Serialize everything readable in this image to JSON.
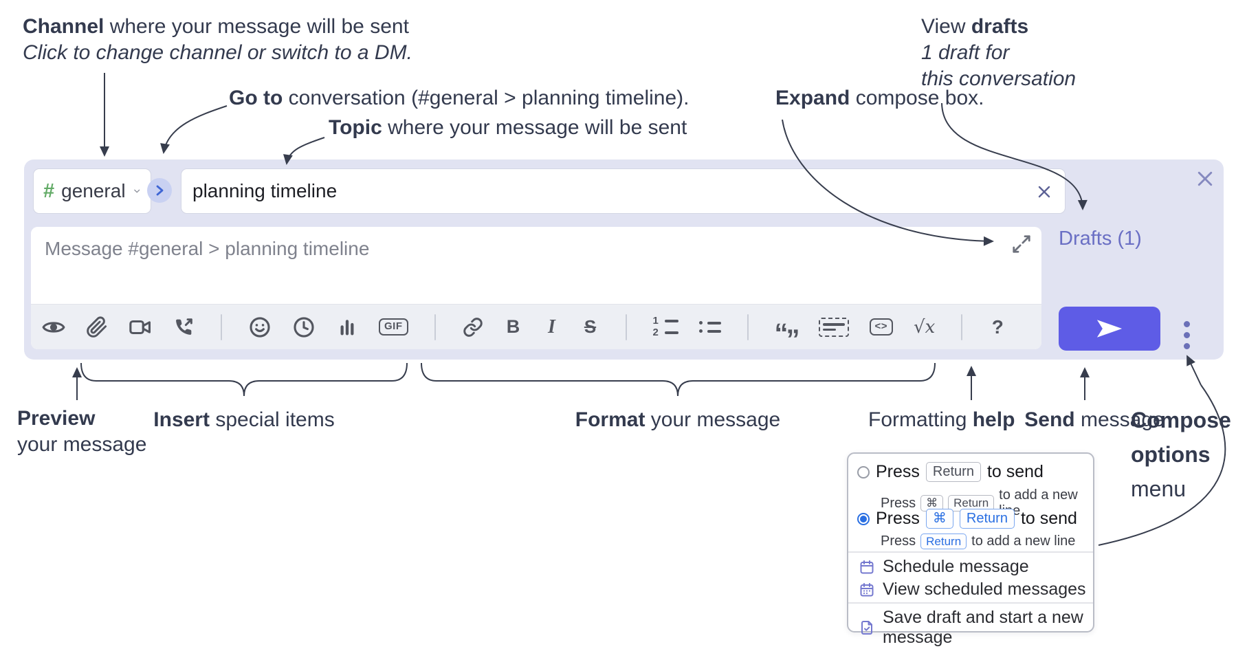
{
  "annotations": {
    "channel": {
      "bold": "Channel",
      "rest": " where your message will be sent",
      "line2": "Click to change channel or switch to a DM."
    },
    "goto": {
      "bold": "Go to",
      "rest": " conversation (#general > planning timeline)."
    },
    "topic": {
      "bold": "Topic",
      "rest": " where your message will be sent"
    },
    "expand": {
      "bold": "Expand",
      "rest": " compose box."
    },
    "view_drafts": {
      "pre": "View ",
      "bold": "drafts",
      "line2": "1 draft for",
      "line3": "this conversation"
    },
    "preview": {
      "bold": "Preview",
      "line2": "your message"
    },
    "insert": {
      "bold": "Insert",
      "rest": " special items"
    },
    "format": {
      "bold": "Format",
      "rest": " your message"
    },
    "help": {
      "pre": "Formatting ",
      "bold": "help"
    },
    "send": {
      "bold": "Send",
      "rest": " message"
    },
    "compose_options": {
      "line1": "Compose",
      "line2": "options",
      "line3": "menu"
    }
  },
  "compose": {
    "channel": {
      "hash": "#",
      "name": "general"
    },
    "topic_value": "planning timeline",
    "message_placeholder": "Message #general > planning timeline",
    "drafts_label": "Drafts (1)",
    "toolbar": {
      "gif": "GIF",
      "bold": "B",
      "italic": "I",
      "strike": "S",
      "ol1": "1",
      "ol2": "2",
      "quote_open": "“",
      "quote_close": "”",
      "code": "<>",
      "math": "√x",
      "help": "?"
    },
    "icon_names": [
      "preview-icon",
      "attach-icon",
      "video-call-icon",
      "audio-call-icon",
      "emoji-icon",
      "time-icon",
      "poll-icon",
      "gif-icon",
      "link-icon",
      "bold-icon",
      "italic-icon",
      "strikethrough-icon",
      "numbered-list-icon",
      "bulleted-list-icon",
      "quote-icon",
      "spoiler-icon",
      "code-icon",
      "math-icon",
      "help-icon",
      "send-icon",
      "kebab-icon",
      "close-icon",
      "expand-icon"
    ]
  },
  "popup": {
    "press": "Press",
    "to_send": "to send",
    "add_line": "to add a new line",
    "key_return": "Return",
    "key_cmd": "⌘",
    "items": {
      "schedule": "Schedule message",
      "view_scheduled": "View scheduled messages",
      "save_draft": "Save draft and start a new message"
    }
  },
  "colors": {
    "compose-bg": "#e1e3f2",
    "accent-send": "#5e5ce6",
    "drafts-link": "#6a6fc4",
    "radio-blue": "#2a6fe2",
    "channel-green": "#63ab67",
    "icon-gray": "#53565f",
    "annotation-ink": "#333a4e"
  }
}
